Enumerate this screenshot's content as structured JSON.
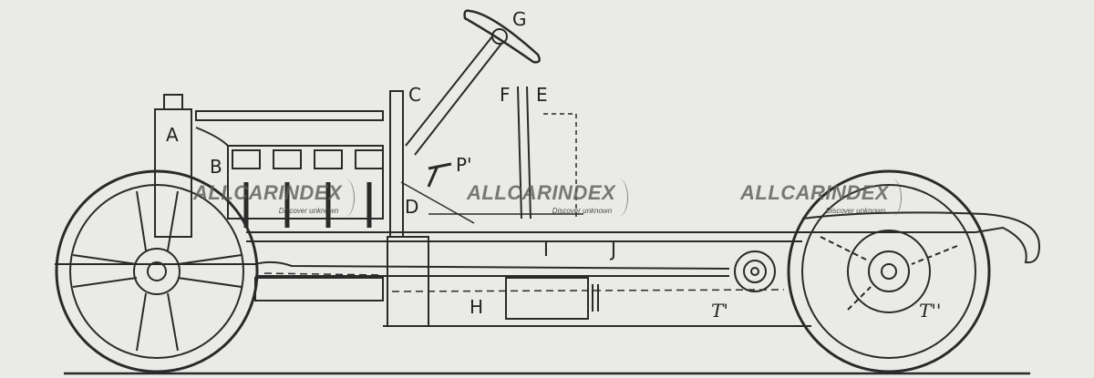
{
  "labels": {
    "A": "A",
    "B": "B",
    "C": "C",
    "D": "D",
    "E": "E",
    "F": "F",
    "G": "G",
    "H": "H",
    "I": "I",
    "J": "J",
    "P1": "P'",
    "T1": "T'",
    "T2": "T''"
  },
  "watermark": {
    "brand": "ALLCARINDEX",
    "tagline": "Discover unknown"
  },
  "colors": {
    "paper": "#eaeae7",
    "ink": "#222222"
  }
}
